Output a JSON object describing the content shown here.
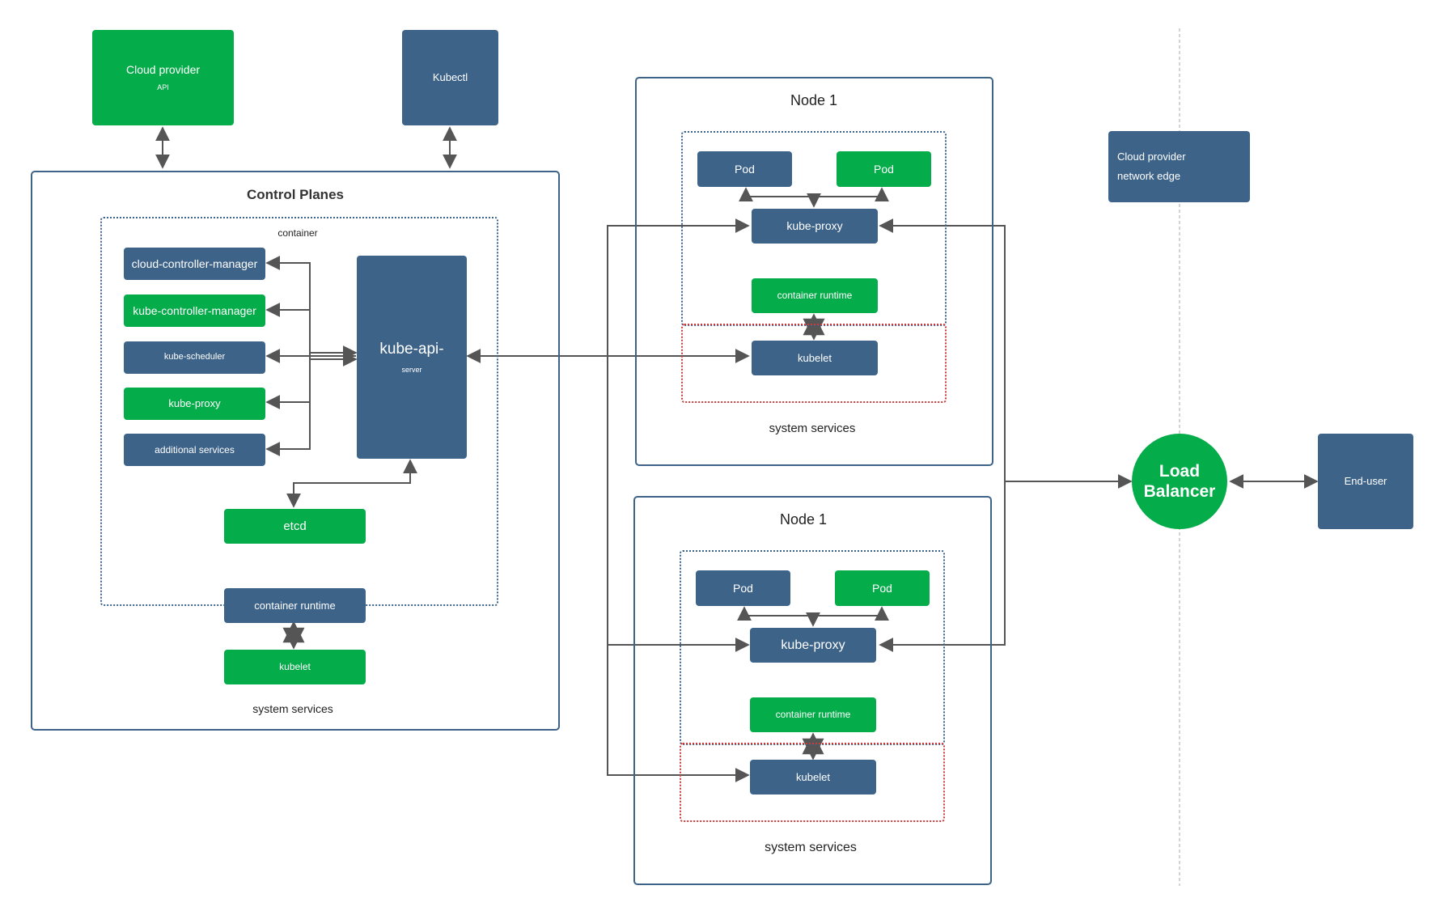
{
  "colors": {
    "blue": "#3d6389",
    "green": "#05ac4a",
    "red": "#cc3b3b",
    "line": "#555555"
  },
  "external": {
    "cloud_provider_api": {
      "line1": "Cloud provider",
      "line2": "API"
    },
    "kubectl": "Kubectl",
    "cloud_provider_edge": {
      "line1": "Cloud provider",
      "line2": "network edge"
    },
    "load_balancer": {
      "line1": "Load",
      "line2": "Balancer"
    },
    "end_user": "End-user"
  },
  "control_plane": {
    "title": "Control Planes",
    "container_label": "container",
    "components": [
      "cloud-controller-manager",
      "kube-controller-manager",
      "kube-scheduler",
      "kube-proxy",
      "additional services"
    ],
    "api_server": {
      "line1": "kube-api-",
      "line2": "server"
    },
    "etcd": "etcd",
    "container_runtime": "container runtime",
    "kubelet": "kubelet",
    "system_services": "system services"
  },
  "nodes": [
    {
      "title": "Node 1",
      "pods": [
        "Pod",
        "Pod"
      ],
      "kube_proxy": "kube-proxy",
      "container_runtime": "container runtime",
      "kubelet": "kubelet",
      "system_services": "system services"
    },
    {
      "title": "Node 1",
      "pods": [
        "Pod",
        "Pod"
      ],
      "kube_proxy": "kube-proxy",
      "container_runtime": "container runtime",
      "kubelet": "kubelet",
      "system_services": "system services"
    }
  ]
}
